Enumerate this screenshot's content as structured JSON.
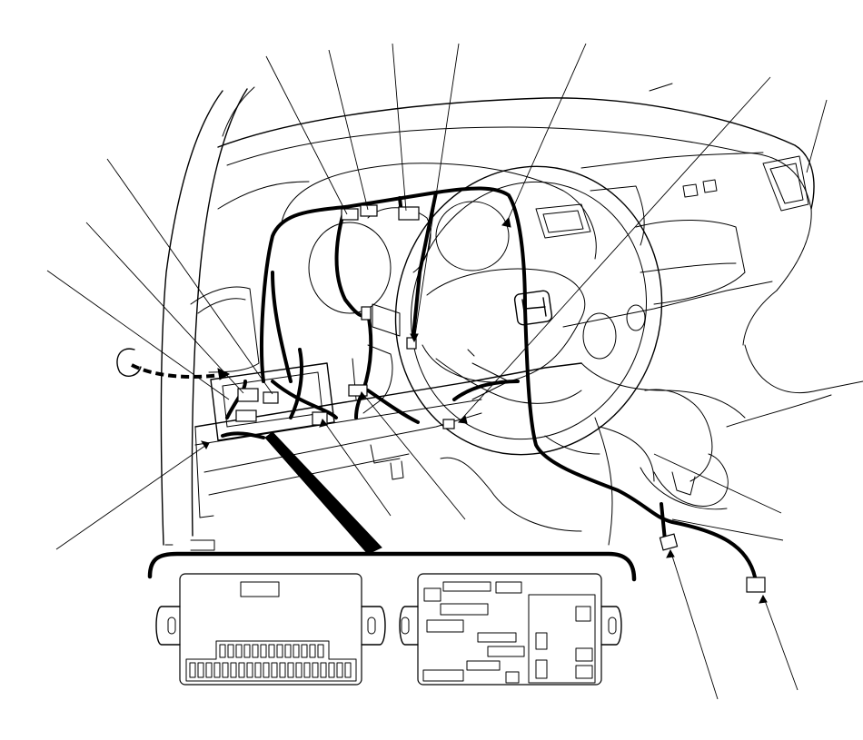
{
  "diagram": {
    "view": "dashboard-wire-harness-routing",
    "callout_leaders": 15,
    "inset_modules": [
      "left-fuse-module",
      "right-relay-fuse-module"
    ]
  }
}
